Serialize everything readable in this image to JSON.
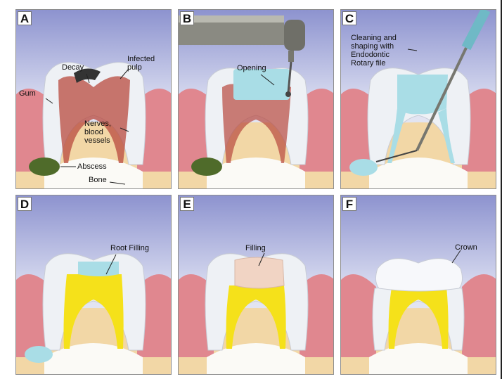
{
  "panels": [
    {
      "letter": "A",
      "labels": {
        "decay": "Decay",
        "infected": "Infected\npulp",
        "gum": "Gum",
        "nerves": "Nerves,\nblood\nvessels",
        "abscess": "Abscess",
        "bone": "Bone"
      }
    },
    {
      "letter": "B",
      "labels": {
        "opening": "Opening"
      }
    },
    {
      "letter": "C",
      "labels": {
        "cleaning": "Cleaning and\nshaping with\nEndodontic\nRotary file"
      }
    },
    {
      "letter": "D",
      "labels": {
        "root_filling": "Root Filling"
      }
    },
    {
      "letter": "E",
      "labels": {
        "filling": "Filling"
      }
    },
    {
      "letter": "F",
      "labels": {
        "crown": "Crown"
      }
    }
  ],
  "colors": {
    "sky_top": "#8d93cf",
    "sky_bottom": "#eef0fa",
    "gum": "#e0878f",
    "bone": "#f2d7a6",
    "tooth": "#eef1f5",
    "pulp_infected": "#b8493e",
    "abscess": "#4f6b2a",
    "filling_blue": "#a9dde6",
    "root_yellow": "#f5e11a",
    "filling_peach": "#f1d4c4",
    "instrument": "#8a8a82"
  }
}
